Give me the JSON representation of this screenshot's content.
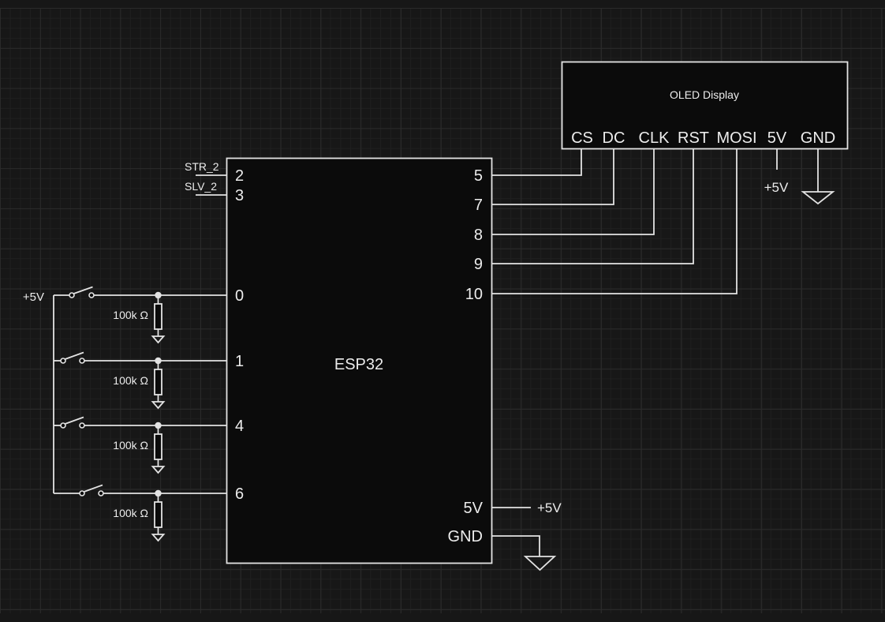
{
  "theme": {
    "background": "#171717",
    "grid_minor": "#1f1f1f",
    "grid_major": "#2a2a2a",
    "component_fill": "#0b0b0b",
    "wire": "#e3e3e3",
    "text": "#ececec"
  },
  "esp32": {
    "name": "ESP32",
    "left_pins": [
      "2",
      "3",
      "0",
      "1",
      "4",
      "6"
    ],
    "right_pins": [
      "5",
      "7",
      "8",
      "9",
      "10",
      "5V",
      "GND"
    ]
  },
  "oled": {
    "name": "OLED Display",
    "pins": [
      "CS",
      "DC",
      "CLK",
      "RST",
      "MOSI",
      "5V",
      "GND"
    ]
  },
  "net_labels": [
    "STR_2",
    "SLV_2"
  ],
  "power": {
    "rail_label": "+5V",
    "esp32_5v_label": "+5V",
    "oled_5v_label": "+5V"
  },
  "resistors": [
    {
      "value": "100k Ω"
    },
    {
      "value": "100k Ω"
    },
    {
      "value": "100k Ω"
    },
    {
      "value": "100k Ω"
    }
  ]
}
